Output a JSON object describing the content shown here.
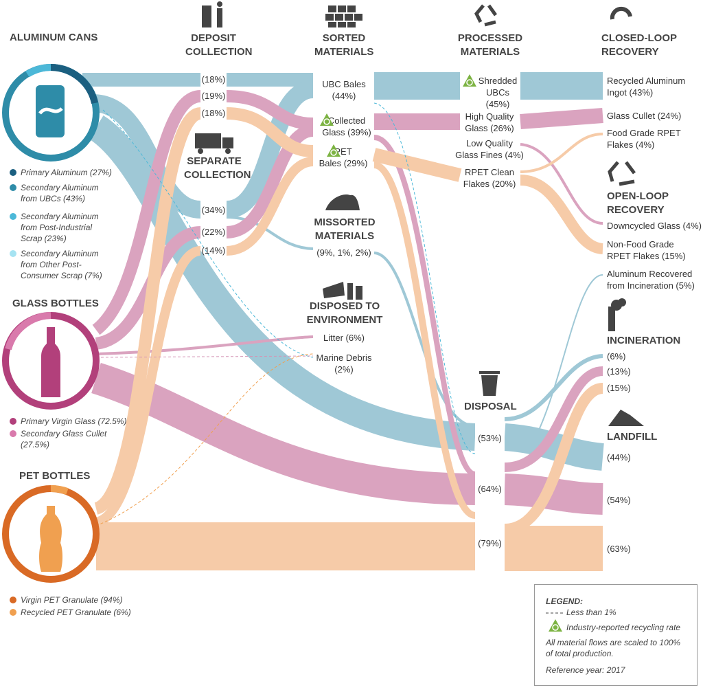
{
  "headers": {
    "deposit": "DEPOSIT\nCOLLECTION",
    "sorted": "SORTED\nMATERIALS",
    "processed": "PROCESSED\nMATERIALS",
    "closed": "CLOSED-LOOP\nRECOVERY",
    "separate": "SEPARATE\nCOLLECTION",
    "missorted": "MISSORTED\nMATERIALS",
    "disposed_env": "DISPOSED TO\nENVIRONMENT",
    "open": "OPEN-LOOP\nRECOVERY",
    "incineration": "INCINERATION",
    "disposal": "DISPOSAL",
    "landfill": "LANDFILL"
  },
  "sources": {
    "aluminum": {
      "title": "ALUMINUM CANS",
      "legend": [
        {
          "label": "Primary Aluminum (27%)",
          "color": "#1b5f80"
        },
        {
          "label": "Secondary Aluminum from UBCs (43%)",
          "color": "#2e8ca8"
        },
        {
          "label": "Secondary Aluminum from Post-Industrial Scrap (23%)",
          "color": "#4cb8d8"
        },
        {
          "label": "Secondary Aluminum from Other Post-Consumer Scrap (7%)",
          "color": "#a6e3f2"
        }
      ]
    },
    "glass": {
      "title": "GLASS BOTTLES",
      "legend": [
        {
          "label": "Primary Virgin Glass (72.5%)",
          "color": "#b2407b"
        },
        {
          "label": "Secondary Glass Cullet (27.5%)",
          "color": "#d97aac"
        }
      ]
    },
    "pet": {
      "title": "PET BOTTLES",
      "legend": [
        {
          "label": "Virgin PET Granulate (94%)",
          "color": "#d96a25"
        },
        {
          "label": "Recycled PET Granulate (6%)",
          "color": "#f0a050"
        }
      ]
    }
  },
  "deposit_labels": [
    "(18%)",
    "(19%)",
    "(18%)"
  ],
  "separate_labels": [
    "(34%)",
    "(22%)",
    "(14%)"
  ],
  "sorted_labels": {
    "ubc": "UBC Bales\n(44%)",
    "glass": "Collected\nGlass (39%)",
    "pet": "PET\nBales (29%)",
    "missorted": "(9%, 1%, 2%)",
    "litter": "Litter (6%)",
    "marine": "Marine Debris\n(2%)"
  },
  "processed_labels": {
    "shredded": "Shredded\nUBCs (45%)",
    "hq_glass": "High Quality\nGlass (26%)",
    "lq_glass": "Low Quality\nGlass Fines (4%)",
    "rpet": "RPET Clean\nFlakes (20%)"
  },
  "disposal_labels": [
    "(53%)",
    "(64%)",
    "(79%)"
  ],
  "recovery_labels": {
    "ingot": "Recycled Aluminum\nIngot (43%)",
    "cullet": "Glass Cullet (24%)",
    "food_rpet": "Food Grade RPET\nFlakes (4%)",
    "downcycled": "Downcycled Glass (4%)",
    "nonfood": "Non-Food Grade\nRPET Flakes (15%)",
    "alu_incin": "Aluminum Recovered\nfrom Incineration (5%)"
  },
  "incineration_labels": [
    "(6%)",
    "(13%)",
    "(15%)"
  ],
  "landfill_labels": [
    "(44%)",
    "(54%)",
    "(63%)"
  ],
  "legend": {
    "title": "LEGEND:",
    "dashed": "Less than 1%",
    "badge": "Industry-reported recycling rate",
    "note": "All material flows are scaled to 100% of total production.",
    "year": "Reference year: 2017"
  },
  "colors": {
    "aluminum": "#8fbfcf",
    "glass": "#d494b5",
    "pet": "#f5c39a",
    "dark_text": "#444444",
    "badge_green": "#7cb342"
  }
}
